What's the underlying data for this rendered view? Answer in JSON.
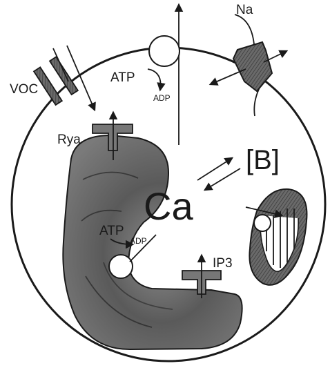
{
  "labels": {
    "voc": "VOC",
    "atp_membrane": "ATP",
    "adp_membrane": "ADP",
    "na": "Na",
    "rya": "Rya",
    "buffer": "[B]",
    "calcium": "Ca",
    "atp_er": "ATP",
    "adp_er": "ADP",
    "ip3": "IP3"
  }
}
